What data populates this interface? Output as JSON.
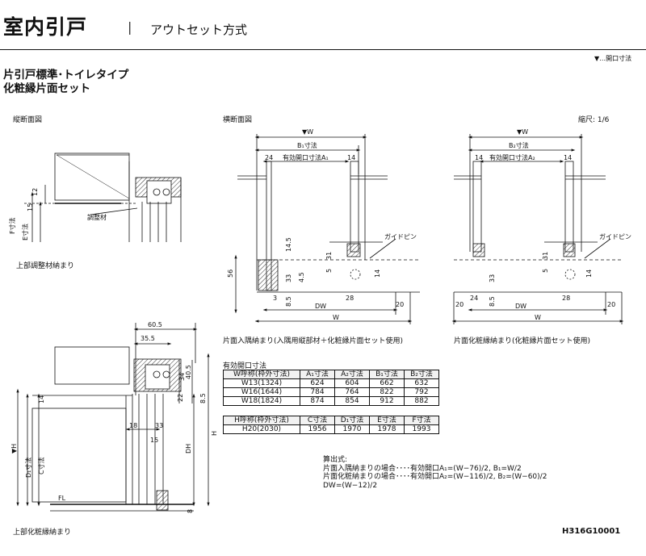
{
  "header": {
    "title": "室内引戸",
    "separator": "|",
    "subtitle": "アウトセット方式",
    "legend_note": "▼…開口寸法",
    "type_line1": "片引戸標準･トイレタイプ",
    "type_line2": "化粧縁片面セット"
  },
  "sections": {
    "vertical_section": "縦断面図",
    "horizontal_section": "横断面図",
    "scale": "縮尺: 1/6"
  },
  "captions": {
    "top_adjust": "上部調整材納まり",
    "top_trim": "上部化粧縁納まり",
    "corner_fit": "片面入隅納まり(入隅用縦部材＋化粧縁片面セット使用)",
    "single_trim": "片面化粧縁納まり(化粧縁片面セット使用)"
  },
  "drawing_labels": {
    "f_dim": "F寸法",
    "e_dim": "E寸法",
    "adjuster": "調整材",
    "n12": "12",
    "n15": "15",
    "n60_5": "60.5",
    "n35_5": "35.5",
    "n40_5": "40.5",
    "n34": "34",
    "n22": "22",
    "n8_5": "8.5",
    "n14": "14",
    "n18": "18",
    "n33": "33",
    "n15b": "15",
    "h_open": "▼H",
    "d1_dim": "D₁寸法",
    "c_dim": "C寸法",
    "dh": "DH",
    "h": "H",
    "fl": "FL",
    "n8": "8",
    "w_open": "▼W",
    "b1_dim": "B₁寸法",
    "b2_dim": "B₂寸法",
    "n24": "24",
    "n14b": "14",
    "eff_a1": "有効開口寸法A₁",
    "eff_a2": "有効開口寸法A₂",
    "guide_pin": "ガイドピン",
    "n14_5": "14.5",
    "n31": "31",
    "n5": "5",
    "n56": "56",
    "n33b": "33",
    "n4_5": "4.5",
    "n14c": "14",
    "n3": "3",
    "n8_5b": "8.5",
    "n28": "28",
    "n20": "20",
    "dw": "DW",
    "w": "W"
  },
  "table1": {
    "title": "有効開口寸法",
    "headers": [
      "W呼称(枠外寸法)",
      "A₁寸法",
      "A₂寸法",
      "B₁寸法",
      "B₂寸法"
    ],
    "rows": [
      [
        "W13(1324)",
        "624",
        "604",
        "662",
        "632"
      ],
      [
        "W16(1644)",
        "784",
        "764",
        "822",
        "792"
      ],
      [
        "W18(1824)",
        "874",
        "854",
        "912",
        "882"
      ]
    ]
  },
  "table2": {
    "headers": [
      "H呼称(枠外寸法)",
      "C寸法",
      "D₁寸法",
      "E寸法",
      "F寸法"
    ],
    "rows": [
      [
        "H20(2030)",
        "1956",
        "1970",
        "1978",
        "1993"
      ]
    ]
  },
  "formula": {
    "title": "算出式:",
    "line1": "片面入隅納まりの場合････有効開口A₁=(W−76)/2, B₁=W/2",
    "line2": "片面化粧納まりの場合････有効開口A₂=(W−116)/2, B₂=(W−60)/2",
    "line3": "DW=(W−12)/2"
  },
  "doc_number": "H316G10001"
}
